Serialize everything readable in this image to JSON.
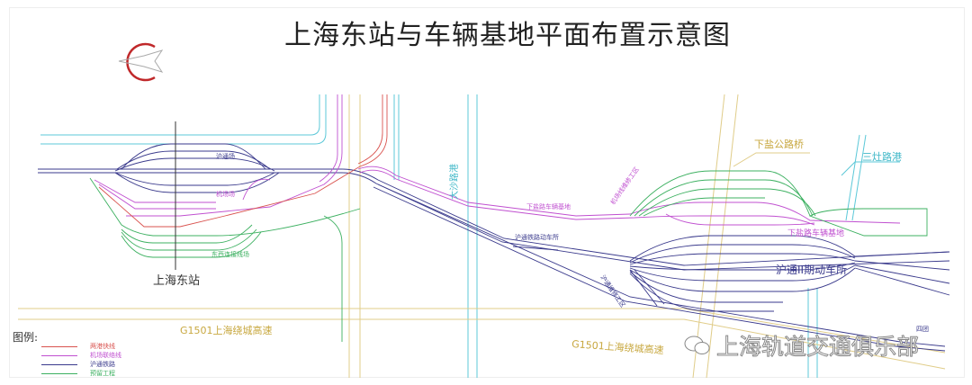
{
  "title": "上海东站与车辆基地平面布置示意图",
  "legend": {
    "title": "图例:",
    "items": [
      {
        "label": "两港快线",
        "color": "#d9534f"
      },
      {
        "label": "机场联络线",
        "color": "#c050d0"
      },
      {
        "label": "沪通铁路",
        "color": "#3a3a8c"
      },
      {
        "label": "预留工程",
        "color": "#3cb060"
      }
    ]
  },
  "labels": {
    "station": "上海东站",
    "hutong_yard": "沪通场",
    "airport_yard": "机场场",
    "east_west_yard": "东西连接线场",
    "xiayan_depot_1": "下盐路车辆基地",
    "xiayan_depot_2": "下盐路车辆基地",
    "airport_maint": "机场线维修工区",
    "hutong_emu": "沪通铁路动车所",
    "hutong_emu_2": "沪通II期动车所",
    "hutong_maint": "沪通维修工区",
    "xiayan_bridge": "下盐公路桥",
    "sanzao_port": "三灶路港",
    "dasha_port": "大沙路港",
    "highway_1": "G1501上海绕城高速",
    "highway_2": "G1501上海绕城高速",
    "situan": "四团"
  },
  "watermark": "上海轨道交通俱乐部",
  "colors": {
    "river": "#5cc8d8",
    "road": "#e0cc88",
    "hutong": "#3a3a8c",
    "airport": "#c050d0",
    "express": "#d9534f",
    "reserve": "#3cb060"
  }
}
